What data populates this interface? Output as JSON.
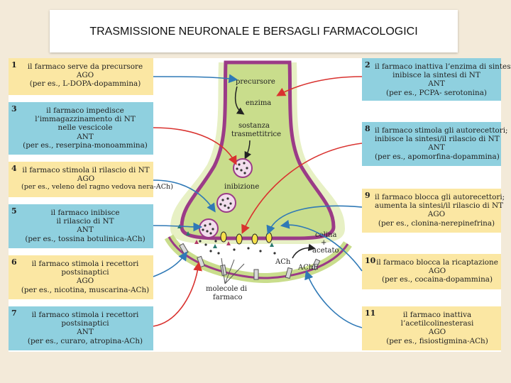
{
  "title": "TRASMISSIONE NEURONALE E BERSAGLI FARMACOLOGICI",
  "colors": {
    "yellow_box": "#fbe7a3",
    "blue_box": "#8fd0df",
    "neuron_fill": "#c9dd8c",
    "membrane": "#9b3b87",
    "red_arrow": "#d9322f",
    "blue_arrow": "#2f79b6"
  },
  "left_boxes": [
    {
      "num": "1",
      "lines": [
        "il farmaco serve da precursore",
        "AGO",
        "(per es., L-DOPA-dopammina)"
      ]
    },
    {
      "num": "3",
      "lines": [
        "il farmaco impedisce",
        "l’immagazzinamento di NT",
        "nelle vescicole",
        "ANT",
        "(per es., reserpina-monoammina)"
      ]
    },
    {
      "num": "4",
      "lines": [
        "il farmaco stimola il rilascio di NT",
        "AGO",
        "(per es., veleno del ragno vedova nera-ACh)"
      ]
    },
    {
      "num": "5",
      "lines": [
        "il farmaco inibisce",
        "il rilascio di NT",
        "ANT",
        "(per es., tossina botulinica-ACh)"
      ]
    },
    {
      "num": "6",
      "lines": [
        "il farmaco stimola i recettori",
        "postsinaptici",
        "AGO",
        "(per es., nicotina, muscarina-ACh)"
      ]
    },
    {
      "num": "7",
      "lines": [
        "il farmaco stimola i recettori",
        "postsinaptici",
        "ANT",
        "(per es., curaro, atropina-ACh)"
      ]
    }
  ],
  "right_boxes": [
    {
      "num": "2",
      "lines": [
        "il farmaco inattiva l’enzima di sintesi;",
        "inibisce la sintesi di NT",
        "ANT",
        "(per es., PCPA- serotonina)"
      ]
    },
    {
      "num": "8",
      "lines": [
        "il farmaco stimola gli autorecettori;",
        "inibisce la sintesi/il rilascio di NT",
        "ANT",
        "(per es., apomorfina-dopammina)"
      ]
    },
    {
      "num": "9",
      "lines": [
        "il farmaco blocca gli autorecettori;",
        "aumenta la sintesi/il rilascio di NT",
        "AGO",
        "(per es., clonina-nerepinefrina)"
      ]
    },
    {
      "num": "10",
      "lines": [
        "il farmaco blocca la ricaptazione",
        "AGO",
        "(per es., cocaina-dopammina)"
      ]
    },
    {
      "num": "11",
      "lines": [
        "il farmaco inattiva",
        "l’acetilcolinesterasi",
        "AGO",
        "(per es., fisiostigmina-ACh)"
      ]
    }
  ],
  "diagram_labels": {
    "precursore": "precursore",
    "enzima": "enzima",
    "sostanza": "sostanza",
    "trasmettitrice": "trasmettitrice",
    "inibizione": "inibizione",
    "colina": "colina",
    "plus": "+",
    "acetato": "acetato",
    "ach": "ACh",
    "ache": "AChE",
    "molecole": "molecole di",
    "farmaco": "farmaco"
  }
}
